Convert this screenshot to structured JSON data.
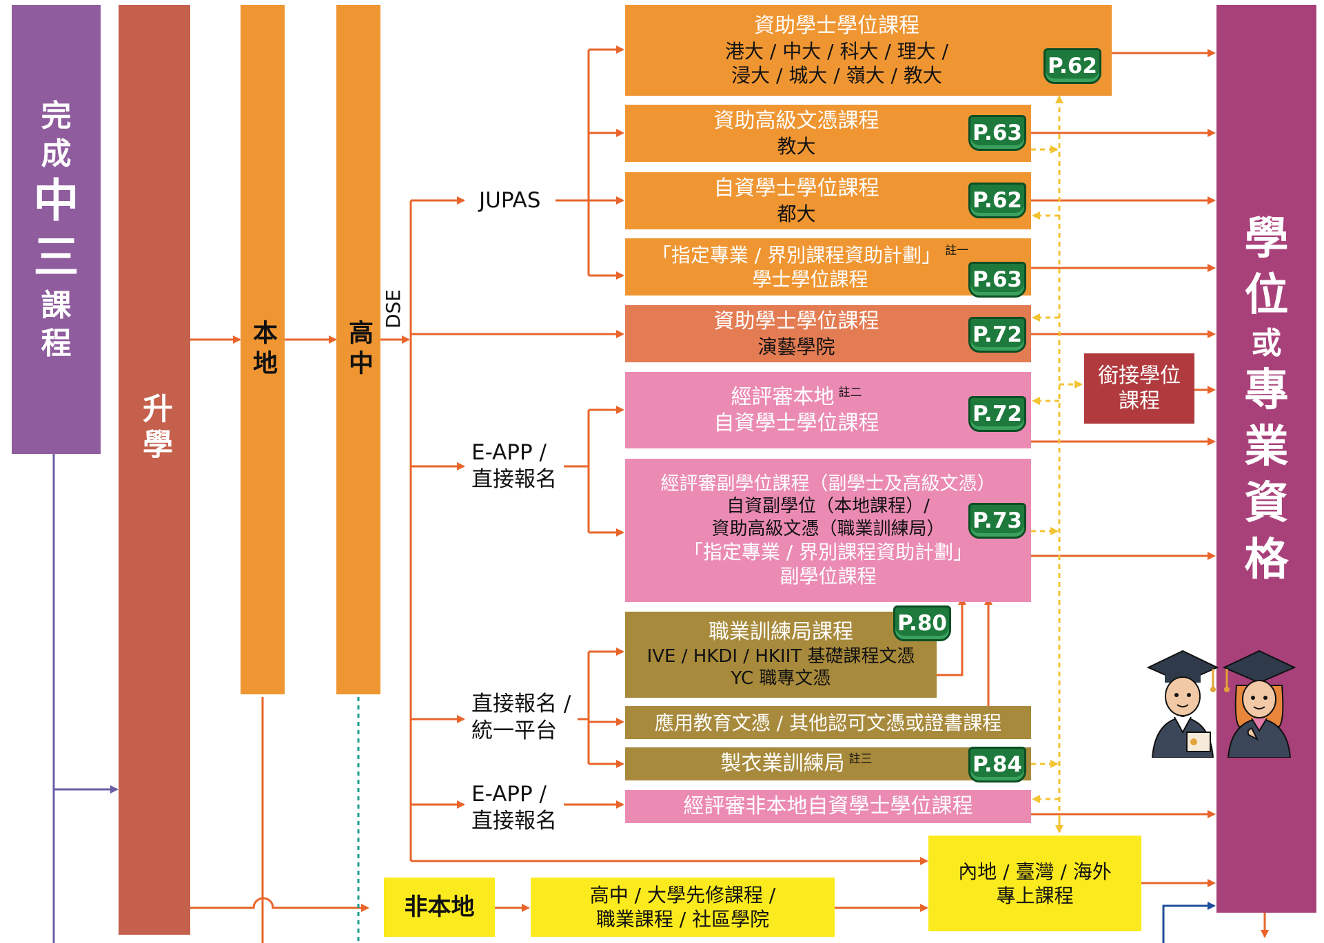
{
  "colors": {
    "orange": "#EF9633",
    "salmon": "#E47C53",
    "pink": "#EB8BB4",
    "olive": "#A88A3C",
    "yellow": "#FBEA1E",
    "purple": "#8F5C9E",
    "magenta": "#A8417A",
    "red_brown": "#C4604C",
    "dark_red": "#B03A3E",
    "arrow": "#E8642A",
    "dotted_yellow": "#F3C333",
    "dotted_teal": "#1E9B8E"
  },
  "left_column": {
    "s3": {
      "line1": "完",
      "line2": "成",
      "line3": "中",
      "line4": "三",
      "line5": "課",
      "line6": "程"
    },
    "further_studies": "升學",
    "local": "本地",
    "senior_secondary": "高中",
    "dse": "DSE",
    "non_local": "非本地"
  },
  "routes": {
    "jupas": "JUPAS",
    "eapp_1_line1": "E-APP /",
    "eapp_1_line2": "直接報名",
    "direct_line1": "直接報名 /",
    "direct_line2": "統一平台",
    "eapp_2_line1": "E-APP /",
    "eapp_2_line2": "直接報名"
  },
  "programmes": {
    "funded_degree": {
      "title": "資助學士學位課程",
      "line2": "港大 / 中大 / 科大 / 理大 /",
      "line3": "浸大 / 城大 / 嶺大 / 教大",
      "page": "P.62"
    },
    "funded_hd": {
      "title": "資助高級文憑課程",
      "line2": "教大",
      "page": "P.63"
    },
    "self_financed_degree": {
      "title": "自資學士學位課程",
      "line2": "都大",
      "page": "P.62"
    },
    "ssspd": {
      "title": "「指定專業 / 界別課程資助計劃」",
      "note": "註一",
      "line2": "學士學位課程",
      "page": "P.63"
    },
    "apa_degree": {
      "title": "資助學士學位課程",
      "line2": "演藝學院",
      "page": "P.72"
    },
    "accredited_local": {
      "title": "經評審本地",
      "note": "註二",
      "line2": "自資學士學位課程",
      "page": "P.72"
    },
    "sub_degree": {
      "title": "經評審副學位課程（副學士及高級文憑）",
      "line2": "自資副學位（本地課程）/",
      "line3": "資助高級文憑（職業訓練局）",
      "line4": "「指定專業 / 界別課程資助計劃」",
      "line5": "副學位課程",
      "page": "P.73"
    },
    "vtc": {
      "title": "職業訓練局課程",
      "line2": "IVE / HKDI / HKIIT 基礎課程文憑",
      "line3": "YC 職專文憑",
      "page": "P.80"
    },
    "applied_education": {
      "title": "應用教育文憑 / 其他認可文憑或證書課程"
    },
    "clothing": {
      "title": "製衣業訓練局",
      "note": "註三",
      "page": "P.84"
    },
    "non_local_degree": {
      "title": "經評審非本地自資學士學位課程"
    },
    "articulation": {
      "line1": "銜接學位",
      "line2": "課程"
    },
    "mainland": {
      "line1": "內地 / 臺灣 / 海外",
      "line2": "專上課程"
    },
    "foundation": {
      "line1": "高中 / 大學先修課程 /",
      "line2": "職業課程 / 社區學院"
    }
  },
  "outcome": {
    "line1": "學",
    "line2": "位",
    "line3": "或",
    "line4": "專",
    "line5": "業",
    "line6": "資",
    "line7": "格"
  },
  "icons": [
    "graduate-male-icon",
    "graduate-female-icon",
    "book-badge-icon"
  ]
}
